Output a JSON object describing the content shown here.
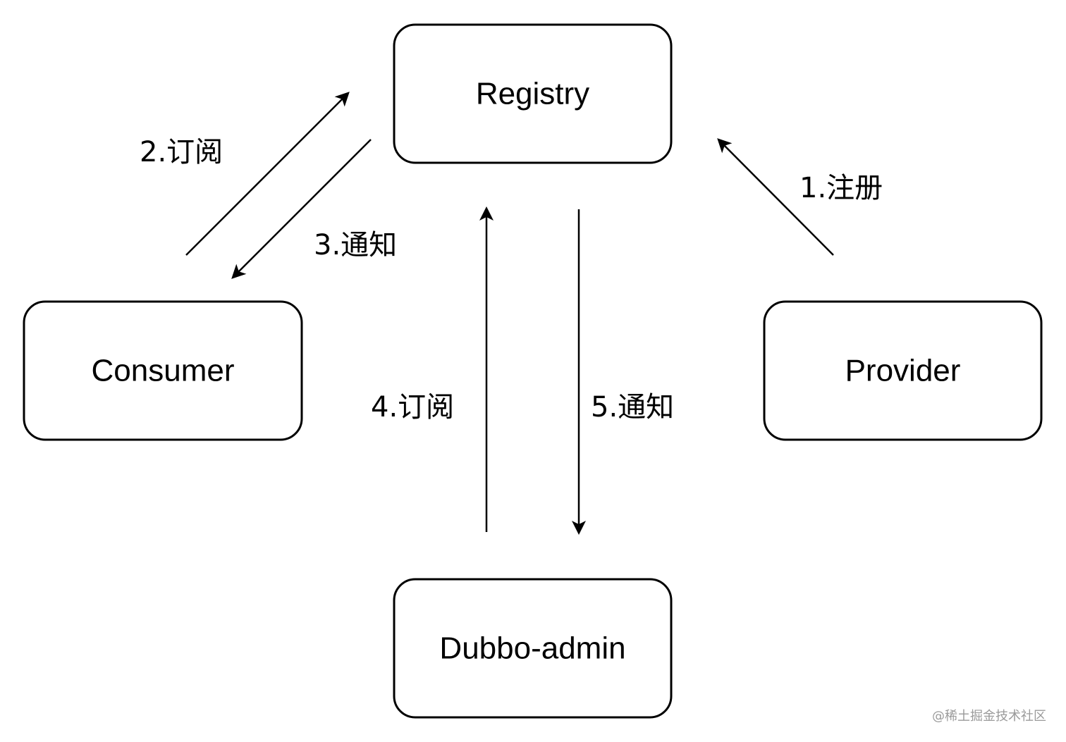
{
  "nodes": {
    "registry": {
      "label": "Registry"
    },
    "consumer": {
      "label": "Consumer"
    },
    "provider": {
      "label": "Provider"
    },
    "dubbo_admin": {
      "label": "Dubbo-admin"
    }
  },
  "edges": {
    "register": {
      "label": "1.注册",
      "from": "Provider",
      "to": "Registry"
    },
    "consumer_subscribe": {
      "label": "2.订阅",
      "from": "Consumer",
      "to": "Registry"
    },
    "consumer_notify": {
      "label": "3.通知",
      "from": "Registry",
      "to": "Consumer"
    },
    "admin_subscribe": {
      "label": "4.订阅",
      "from": "Dubbo-admin",
      "to": "Registry"
    },
    "admin_notify": {
      "label": "5.通知",
      "from": "Registry",
      "to": "Dubbo-admin"
    }
  },
  "watermark": "@稀土掘金技术社区",
  "colors": {
    "stroke": "#000000",
    "background": "#ffffff",
    "watermark": "#9a9a9a"
  }
}
